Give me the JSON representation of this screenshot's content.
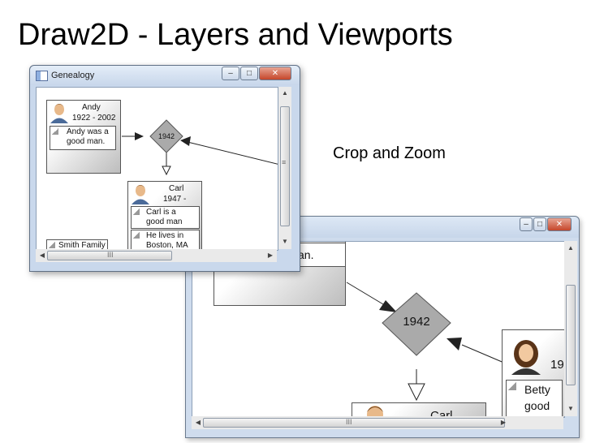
{
  "slide": {
    "title": "Draw2D - Layers and Viewports",
    "caption": "Crop and Zoom"
  },
  "window_main": {
    "title": "Genealogy",
    "controls": {
      "minimize": "–",
      "maximize": "□",
      "close": "✕"
    },
    "persons": [
      {
        "name": "Andy",
        "years": "1922 - 2002",
        "note": [
          "Andy was a",
          "good man."
        ]
      },
      {
        "name": "Carl",
        "years": "1947 -",
        "notes": [
          [
            "Carl is a",
            "good man"
          ],
          [
            "He lives in",
            "Boston, MA"
          ]
        ]
      }
    ],
    "marriage_year": "1942",
    "family_note": "Smith Family",
    "scroll": {
      "h_grip": "III",
      "v_grip": "≡"
    }
  },
  "window_zoom": {
    "controls": {
      "minimize": "–",
      "maximize": "□",
      "close": "✕"
    },
    "andy_note_fragment": "an.",
    "marriage_year": "1942",
    "carl_name": "Carl",
    "betty": {
      "year_fragment": "19",
      "note": [
        "Betty",
        "good"
      ]
    },
    "scroll": {
      "h_grip": "III",
      "v_grip": "≡"
    }
  },
  "icons": [
    "app-icon",
    "person-male-icon",
    "person-female-icon",
    "note-corner-icon",
    "scroll-arrow-icon"
  ]
}
